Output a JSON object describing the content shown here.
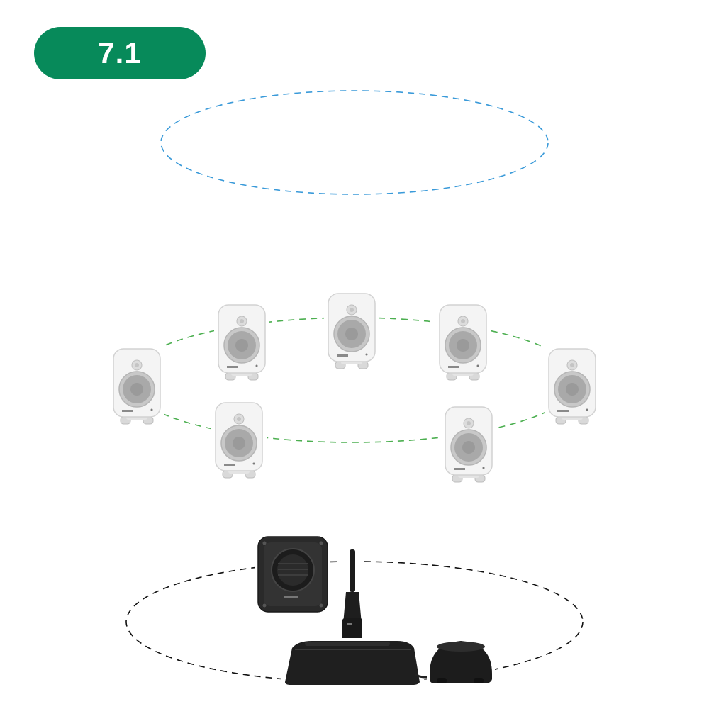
{
  "badge": {
    "label": "7.1"
  },
  "colors": {
    "badge_bg": "#078a5a",
    "height_layer_ring": "#3a9ad9",
    "ear_level_ring": "#4caf50",
    "floor_ring": "#111111",
    "speaker_body": "#f4f4f4",
    "subwoofer_body": "#2a2a2a"
  },
  "diagram": {
    "layers": [
      {
        "name": "height-layer",
        "ring": "dashed-ellipse",
        "speakers": 0
      },
      {
        "name": "ear-level-layer",
        "ring": "dashed-ellipse",
        "speakers": 7
      },
      {
        "name": "floor-layer",
        "ring": "dashed-ellipse",
        "devices": [
          "subwoofer",
          "calibration-microphone",
          "hub"
        ]
      }
    ]
  }
}
